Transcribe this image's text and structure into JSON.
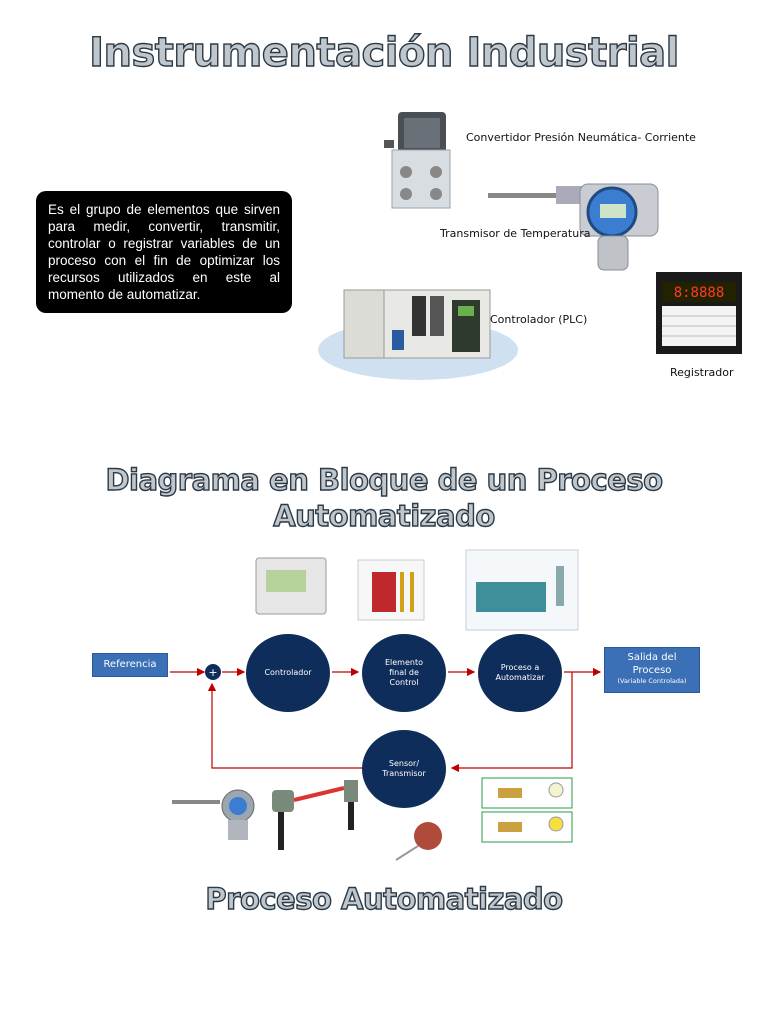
{
  "section1": {
    "title": "Instrumentación Industrial",
    "description": "Es el grupo de elementos que sirven para medir, convertir, transmitir, controlar o registrar variables de un proceso con el fin de optimizar los recursos utilizados en este al momento de automatizar.",
    "labels": {
      "converter": "Convertidor Presión Neumática- Corriente",
      "transmitter": "Transmisor de Temperatura",
      "plc": "Controlador (PLC)",
      "recorder": "Registrador"
    },
    "recorder_display": "8:8888"
  },
  "section2": {
    "title_line1": "Diagrama en Bloque de  un Proceso",
    "title_line2": "Automatizado",
    "blocks": {
      "reference": "Referencia",
      "summing": "+",
      "controller": "Controlador",
      "final_element_1": "Elemento",
      "final_element_2": "final de",
      "final_element_3": "Control",
      "process_1": "Proceso  a",
      "process_2": "Automatizar",
      "output_1": "Salida del",
      "output_2": "Proceso",
      "output_3": "(Variable Controlada)",
      "sensor_1": "Sensor/",
      "sensor_2": "Transmisor"
    }
  },
  "section3": {
    "title": "Proceso Automatizado"
  },
  "colors": {
    "circle": "#0f2d5a",
    "box": "#3b6fb6",
    "arrow": "#c00000",
    "green_arrow": "#6cbf3c"
  }
}
